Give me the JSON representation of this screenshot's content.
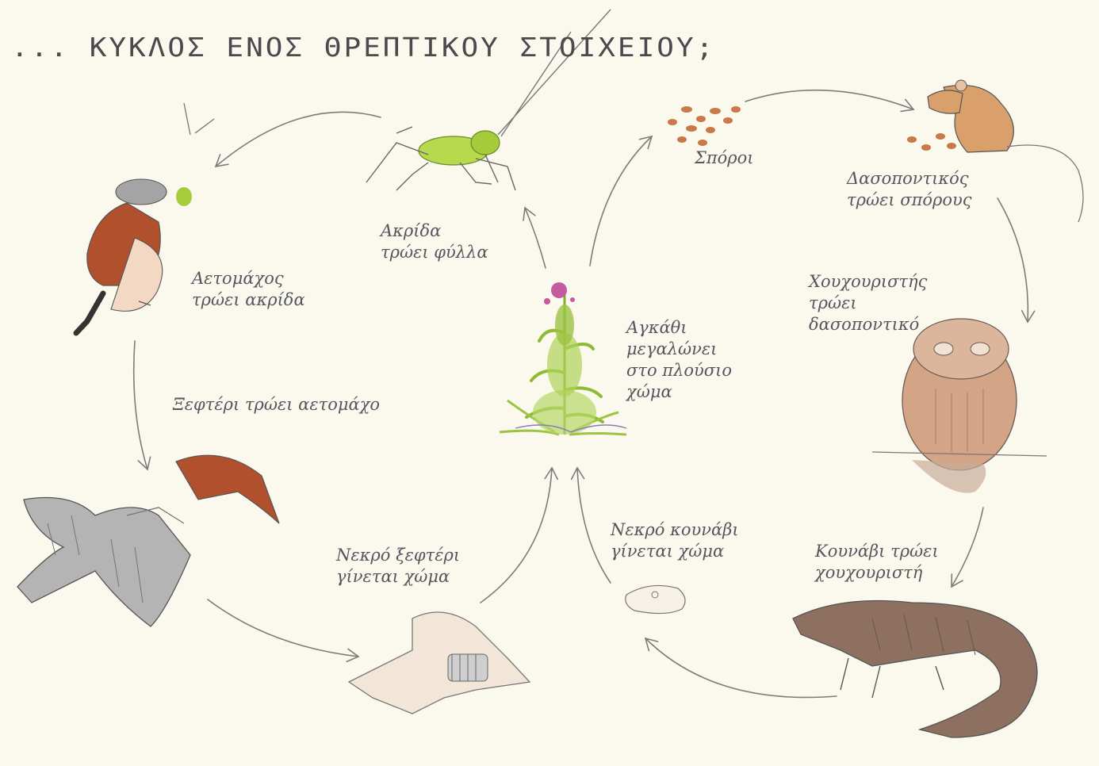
{
  "title": "... ΚΥΚΛΟΣ ΕΝΟΣ ΘΡΕΠΤΙΚΟΥ ΣΤΟΙΧΕΙΟΥ;",
  "labels": {
    "grasshopper": "Ακρίδα\nτρώει φύλλα",
    "shrike": "Αετομάχος\nτρώει ακρίδα",
    "sparrowhawk": "Ξεφτέρι τρώει αετομάχο",
    "dead_hawk": "Νεκρό ξεφτέρι\nγίνεται χώμα",
    "thistle": "Αγκάθι\nμεγαλώνει\nστο πλούσιο\nχώμα",
    "seeds": "Σπόροι",
    "mouse": "Δασοποντικός\nτρώει σπόρους",
    "owl": "Χουχουριστής\nτρώει\nδασοποντικό",
    "marten": "Κουνάβι τρώει\nχουχουριστή",
    "dead_marten": "Νεκρό κουνάβι\nγίνεται χώμα"
  },
  "colors": {
    "ink": "#55575e",
    "arrow": "#7c7c7c",
    "paper": "#fbf8ee",
    "green": "#a6cc3c",
    "rufous": "#b0502c",
    "owl": "#d3a486",
    "marten": "#8e7060",
    "gray_bird": "#a8a8a8"
  }
}
